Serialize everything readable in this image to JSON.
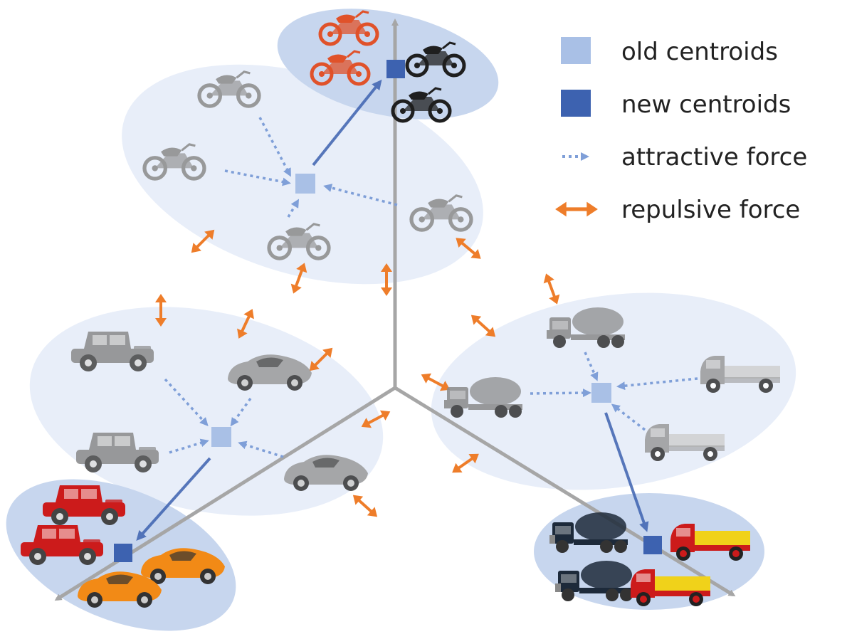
{
  "legend": {
    "old_centroids": "old centroids",
    "new_centroids": "new centroids",
    "attractive_force": "attractive force",
    "repulsive_force": "repulsive force"
  },
  "colors": {
    "old_centroid": "#a9c0e6",
    "new_centroid": "#3d62b0",
    "cluster_fill_old": "#e8eef9",
    "cluster_fill_new": "#c7d6ee",
    "attractive": "#7f9fd8",
    "repulsive": "#ee7d2a",
    "axis": "#a6a6a6",
    "vehicle_gray": "#8a8a8a",
    "vehicle_dark": "#2b2b2b",
    "vehicle_red": "#cc1b1b",
    "vehicle_orange": "#f28a16",
    "vehicle_yellow": "#f0d21a",
    "vehicle_navy": "#1d2a3a"
  },
  "icons": {
    "gray_motorcycle": "motorcycle-icon",
    "color_motorcycle": "motorcycle-icon",
    "gray_vintage_car": "vintage-car-icon",
    "red_vintage_car": "vintage-car-icon",
    "gray_sports_car": "sports-car-icon",
    "orange_sports_car": "sports-car-icon",
    "gray_tanker_truck": "tanker-truck-icon",
    "navy_tanker_truck": "tanker-truck-icon",
    "gray_flatbed_truck": "flatbed-truck-icon",
    "red_flatbed_truck": "flatbed-truck-icon"
  }
}
